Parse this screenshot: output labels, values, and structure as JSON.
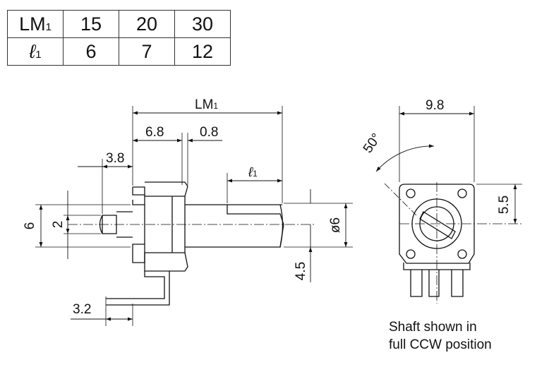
{
  "table": {
    "header": {
      "label": "LM",
      "sub": "1",
      "values": [
        "15",
        "20",
        "30"
      ]
    },
    "row": {
      "label": "ℓ",
      "sub": "1",
      "values": [
        "6",
        "7",
        "12"
      ]
    }
  },
  "side_view": {
    "lm1": {
      "label": "LM",
      "sub": "1"
    },
    "dim_6_8": "6.8",
    "dim_0_8": "0.8",
    "dim_3_8": "3.8",
    "l1": {
      "label": "ℓ",
      "sub": "1"
    },
    "dim_6": "6",
    "dim_2": "2",
    "dim_phi6": "ø6",
    "dim_4_5": "4.5",
    "dim_3_2": "3.2"
  },
  "front_view": {
    "dim_9_8": "9.8",
    "angle": "50°",
    "dim_5_5": "5.5"
  },
  "caption": {
    "line1": "Shaft shown in",
    "line2": "full CCW position"
  }
}
